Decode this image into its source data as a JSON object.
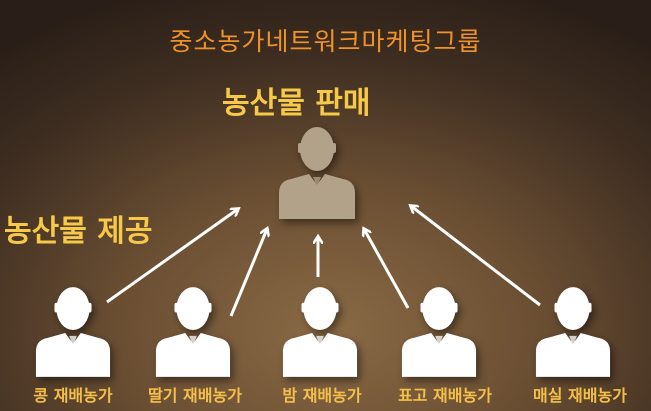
{
  "title": "중소농가네트워크마케팅그룹",
  "center": {
    "label": "농산물 판매",
    "color": "#b3a28a"
  },
  "side_label": "농산물 제공",
  "farms": [
    {
      "label": "콩 재배농가"
    },
    {
      "label": "딸기 재배농가"
    },
    {
      "label": "밤 재배농가"
    },
    {
      "label": "표고 재배농가"
    },
    {
      "label": "매실 재배농가"
    }
  ],
  "colors": {
    "title": "#f0922a",
    "labels": "#f7c948",
    "arrows": "#ffffff"
  }
}
